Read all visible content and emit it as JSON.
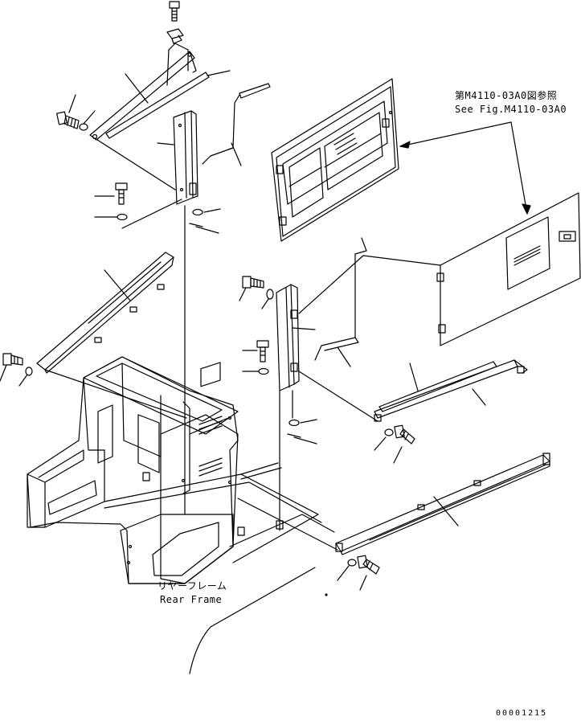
{
  "labels": {
    "reference_jp": "第M4110-03A0図参照",
    "reference_en": "See Fig.M4110-03A0",
    "rear_frame_jp": "リヤーフレーム",
    "rear_frame_en": "Rear Frame",
    "drawing_number": "00001215"
  },
  "colors": {
    "line": "#000000",
    "background": "#ffffff"
  }
}
